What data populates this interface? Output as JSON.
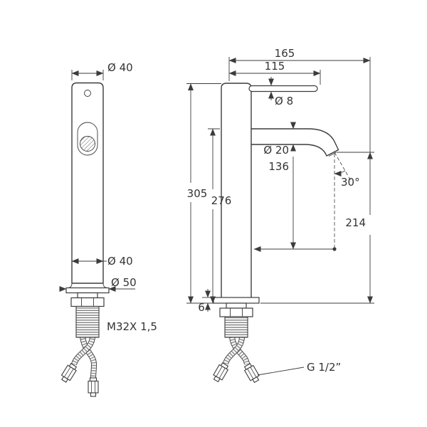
{
  "page": {
    "background": "#ffffff",
    "line_color": "#3c3c3c",
    "text_color": "#333333"
  },
  "front_view": {
    "top_diameter": "Ø 40",
    "body_diameter": "Ø 40",
    "base_diameter": "Ø 50",
    "thread_spec": "M32X 1,5"
  },
  "side_view": {
    "total_projection": "165",
    "spout_projection": "115",
    "lever_diameter": "Ø 8",
    "spout_diameter": "Ø 20",
    "spout_drop": "136",
    "total_height": "305",
    "spout_height": "276",
    "outlet_angle": "30°",
    "outlet_height": "214",
    "base_thickness": "6",
    "hose_thread": "G 1/2”"
  }
}
